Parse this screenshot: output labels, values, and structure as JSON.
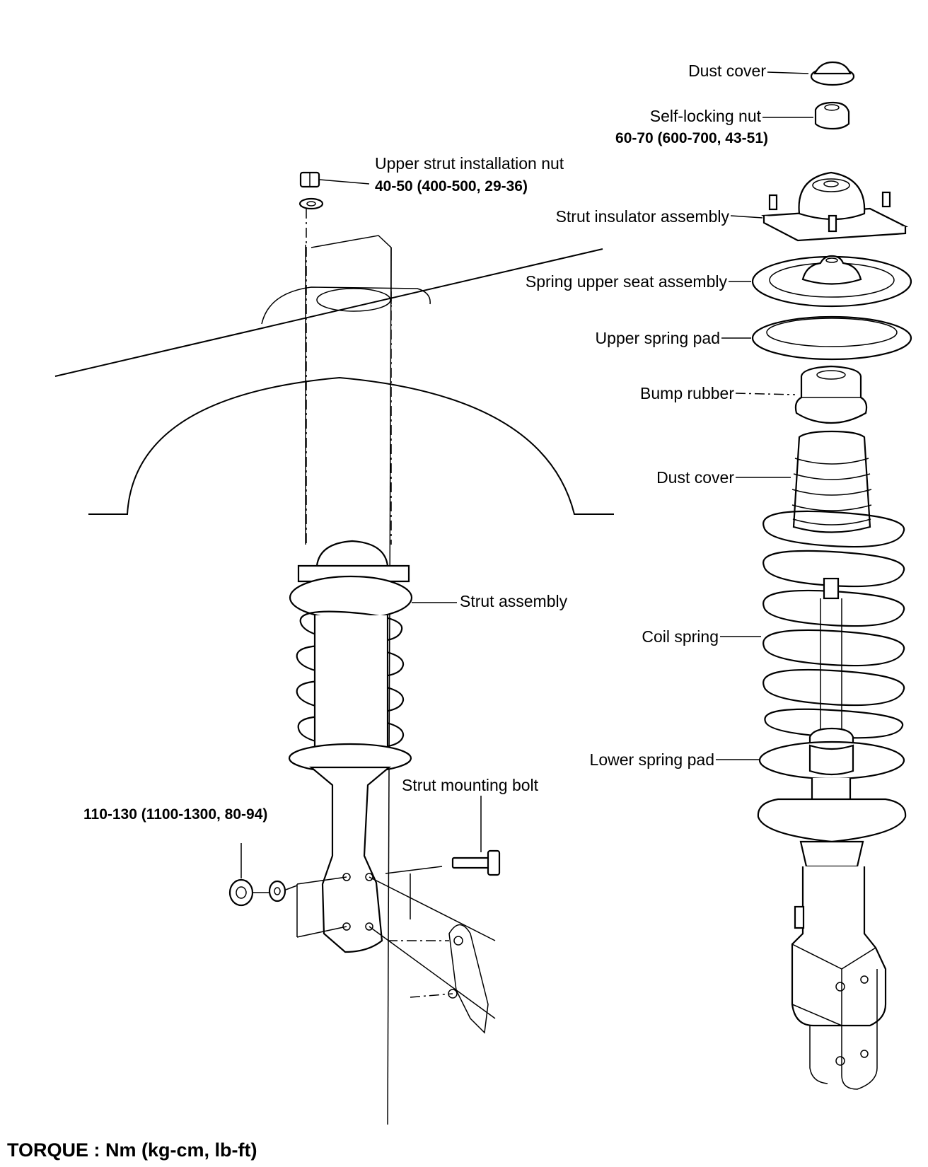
{
  "labels": {
    "dust_cover_top": "Dust cover",
    "self_locking_nut": "Self-locking nut",
    "self_locking_nut_torque": "60-70 (600-700, 43-51)",
    "upper_strut_nut": "Upper strut installation nut",
    "upper_strut_nut_torque": "40-50 (400-500, 29-36)",
    "strut_insulator": "Strut insulator assembly",
    "spring_upper_seat": "Spring upper seat assembly",
    "upper_spring_pad": "Upper spring pad",
    "bump_rubber": "Bump rubber",
    "dust_cover_mid": "Dust cover",
    "strut_assembly": "Strut assembly",
    "coil_spring": "Coil spring",
    "lower_spring_pad": "Lower spring pad",
    "strut_mounting_bolt": "Strut mounting bolt",
    "mounting_nut_torque": "110-130 (1100-1300, 80-94)"
  },
  "footer": {
    "torque_units": "TORQUE : Nm (kg-cm, lb-ft)"
  }
}
